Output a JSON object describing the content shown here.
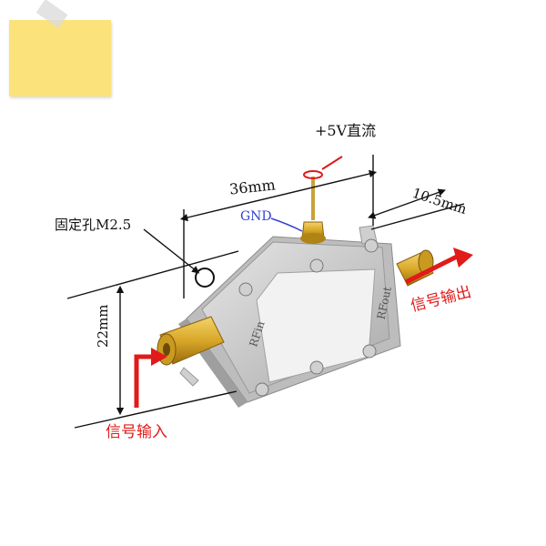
{
  "labels": {
    "power": "+5V直流",
    "width": "36mm",
    "depth": "10.5mm",
    "ground": "GND",
    "mount_hole": "固定孔M2.5",
    "height": "22mm",
    "rf_in_port": "RFin",
    "rf_out_port": "RFout",
    "signal_in": "信号输入",
    "signal_out": "信号输出"
  },
  "colors": {
    "sticky_note": "#fbe27a",
    "arrow": "#e11a1a",
    "gnd": "#3344cc",
    "metal": "#c8c8c8",
    "connector": "#d9a728"
  }
}
